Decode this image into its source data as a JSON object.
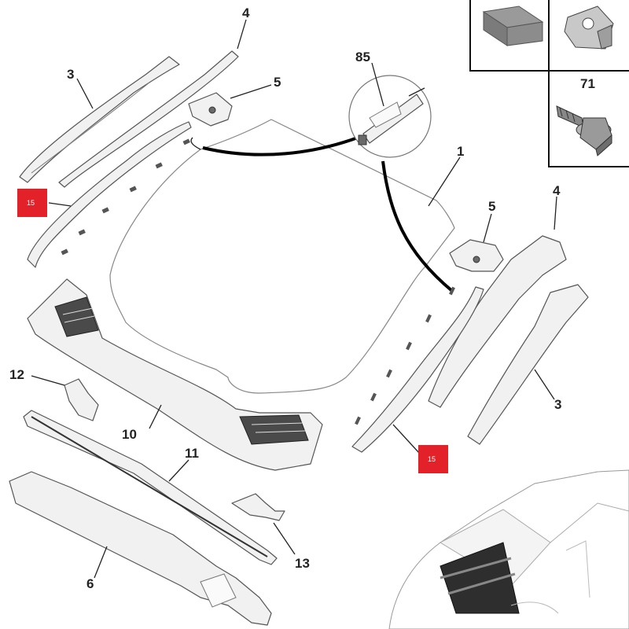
{
  "labels": {
    "windscreen": "1",
    "rail_left_upper": "3",
    "rail_right_lower": "3",
    "bracket_left_upper": "4",
    "bracket_right": "4",
    "clip_left_upper": "5",
    "clip_right": "5",
    "crossmember": "6",
    "scuttle_panel": "10",
    "reinforcement_bar": "11",
    "bracket_left_small": "12",
    "bracket_right_small": "13",
    "detail_connector": "85",
    "screw": "71"
  },
  "badges": {
    "seal_left": "15",
    "seal_right": "15"
  },
  "colors": {
    "badge": "#e32128",
    "outline": "#555555",
    "leader": "#222222"
  },
  "icons": {
    "inset_tl": "foam-pad-icon",
    "inset_tr": "spring-clip-icon",
    "inset_br": "screw-icon"
  }
}
